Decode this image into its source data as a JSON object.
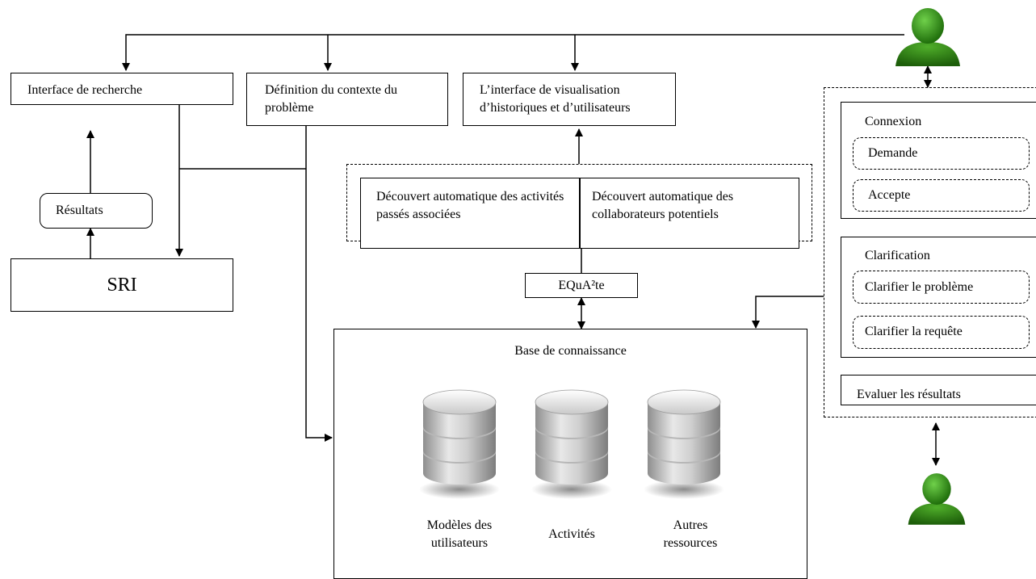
{
  "left": {
    "search_interface": "Interface de recherche",
    "results": "Résultats",
    "sri": "SRI"
  },
  "context": {
    "definition": "Définition du contexte du problème"
  },
  "visualization": {
    "label": "L’interface de visualisation d’historiques et d’utilisateurs"
  },
  "discovery": {
    "past_activities": "Découvert automatique des activités passés associées",
    "collaborators": "Découvert automatique des collaborateurs potentiels"
  },
  "equate": {
    "label": "EQuA²te"
  },
  "knowledge_base": {
    "title": "Base de connaissance",
    "databases": [
      {
        "label": "Modèles des utilisateurs",
        "icon": "database-icon"
      },
      {
        "label": "Activités",
        "icon": "database-icon"
      },
      {
        "label": "Autres ressources",
        "icon": "database-icon"
      }
    ]
  },
  "right_panel": {
    "connexion": {
      "title": "Connexion",
      "items": [
        "Demande",
        "Accepte"
      ]
    },
    "clarification": {
      "title": "Clarification",
      "items": [
        "Clarifier le problème",
        "Clarifier la requête"
      ]
    },
    "evaluate": "Evaluer les résultats"
  },
  "users": [
    {
      "icon": "user-icon",
      "color": "#2e8b12"
    },
    {
      "icon": "user-icon",
      "color": "#2e8b12"
    }
  ]
}
